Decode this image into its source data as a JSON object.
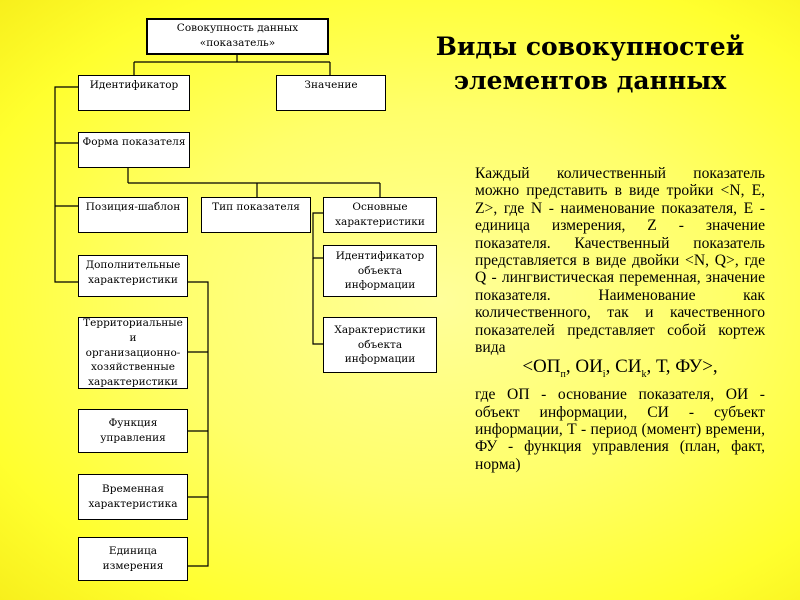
{
  "title": "Виды совокупностей\nэлементов данных",
  "diagram": {
    "root": "Совокупность данных\n«показатель»",
    "identifier": "Идентификатор",
    "value": "Значение",
    "indicator_form": "Форма показателя",
    "position_template": "Позиция-шаблон",
    "indicator_type": "Тип показателя",
    "main_characteristics": "Основные\nхарактеристики",
    "object_identifier": "Идентификатор\nобъекта\nинформации",
    "object_characteristics": "Характеристики\nобъекта\nинформации",
    "additional_characteristics": "Дополнительные\nхарактеристики",
    "territorial": "Территориальные\nи организационно-\nхозяйственные\nхарактеристики",
    "management_function": "Функция\nуправления",
    "time_characteristic": "Временная\nхарактеристика",
    "unit_of_measure": "Единица\nизмерения"
  },
  "text": {
    "p1": "Каждый количественный показатель можно представить в виде тройки <N, E, Z>, где N - наименование показателя, E - единица измерения, Z - значение показателя. Качественный показатель представляется в виде двойки <N, Q>, где Q - лингвистическая переменная, значение показателя. Наименование как количественного, так и качественного показателей представляет собой кортеж вида",
    "formula": {
      "open": "<ОП",
      "sub1": "п",
      "mid1": ", ОИ",
      "sub2": "i",
      "mid2": ", СИ",
      "sub3": "k",
      "close": ", Т, ФУ>,"
    },
    "p2": "где ОП - основание показателя, ОИ - объект информации, СИ - субъект информации, Т - период (момент) времени, ФУ - функция управления (план, факт, норма)"
  }
}
